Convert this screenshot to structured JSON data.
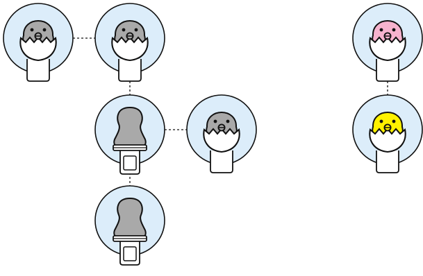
{
  "colors": {
    "background": "#ffffff",
    "bubble_fill": "#dcedfa",
    "outline": "#111111",
    "gray_bird": "#a9a9a9",
    "pink_bird": "#f6b3ce",
    "yellow_bird": "#fff200",
    "egg_shell": "#ffffff",
    "egg_top_shell": "#a9a9a9"
  },
  "cards": [
    {
      "id": "gray-bird-1",
      "kind": "chick",
      "color": "gray"
    },
    {
      "id": "gray-bird-2",
      "kind": "chick",
      "color": "gray"
    },
    {
      "id": "gray-egg-1",
      "kind": "egg",
      "color": "gray"
    },
    {
      "id": "gray-bird-3",
      "kind": "chick",
      "color": "gray"
    },
    {
      "id": "gray-egg-2",
      "kind": "egg",
      "color": "gray"
    },
    {
      "id": "pink-bird",
      "kind": "chick",
      "color": "pink"
    },
    {
      "id": "yellow-bird",
      "kind": "chick",
      "color": "yellow"
    }
  ],
  "links": [
    {
      "from": "gray-bird-1",
      "to": "gray-bird-2"
    },
    {
      "from": "gray-bird-2",
      "to": "gray-egg-1"
    },
    {
      "from": "gray-egg-1",
      "to": "gray-bird-3"
    },
    {
      "from": "gray-egg-1",
      "to": "gray-egg-2"
    },
    {
      "from": "pink-bird",
      "to": "yellow-bird"
    }
  ]
}
